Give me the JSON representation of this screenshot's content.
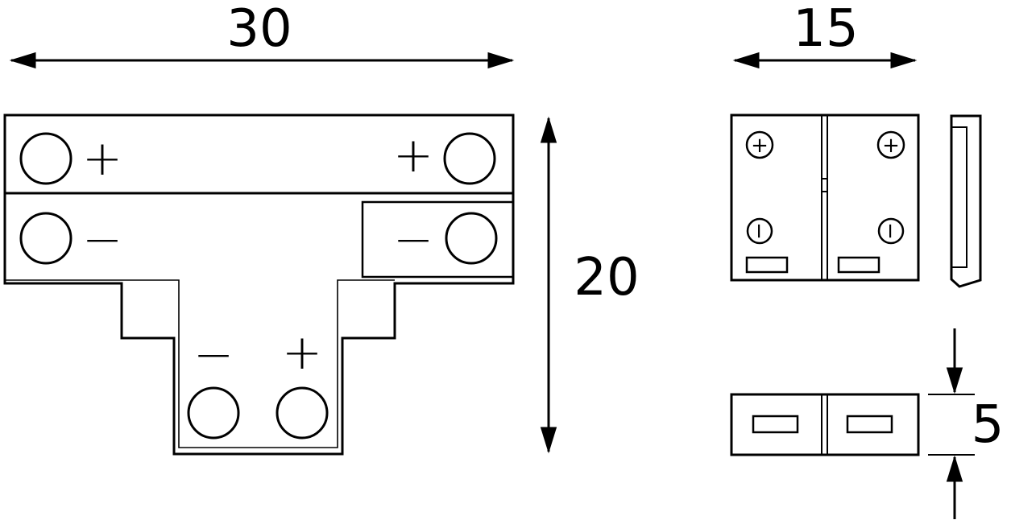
{
  "title": "T-shape LED strip connector technical drawing",
  "colors": {
    "line": "#000000",
    "background": "#ffffff"
  },
  "dimensions": {
    "t_width": "30",
    "t_height": "20",
    "connector_width": "15",
    "connector_thickness": "5"
  },
  "t_view": {
    "top_left_polarity": "+",
    "top_right_polarity": "+",
    "mid_left_polarity": "−",
    "mid_right_polarity": "−",
    "stem_left_polarity": "−",
    "stem_right_polarity": "+"
  },
  "connector_view": {
    "left_plus": "+",
    "right_plus": "+",
    "left_minus": "−",
    "right_minus": "−"
  }
}
